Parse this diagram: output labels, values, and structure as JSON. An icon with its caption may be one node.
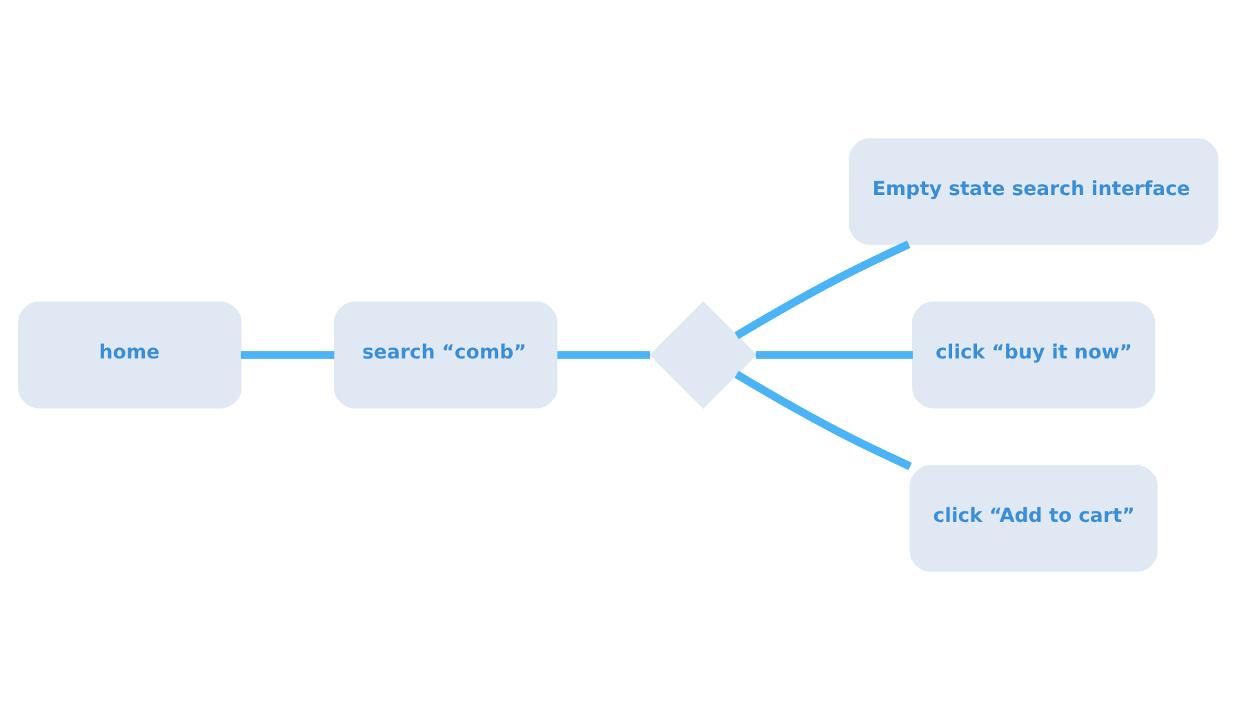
{
  "diagram": {
    "nodes": [
      {
        "text": [
          "Empty state search interface"
        ]
      },
      {
        "text": [
          "home"
        ]
      },
      {
        "text": [
          "search “comb”"
        ]
      },
      {
        "text": [],
        "shape": "diamond"
      },
      {
        "text": [
          "click “buy it now”"
        ]
      },
      {
        "text": [
          "click “Add to cart”"
        ]
      }
    ],
    "edges": [
      {
        "from": 1,
        "to": 2,
        "arrow": "none"
      },
      {
        "from": 2,
        "to": 3,
        "arrow": "none"
      },
      {
        "from": 3,
        "to": 0,
        "arrow": "none"
      },
      {
        "from": 3,
        "to": 4,
        "arrow": "none"
      },
      {
        "from": 3,
        "to": 5,
        "arrow": "none"
      }
    ]
  }
}
